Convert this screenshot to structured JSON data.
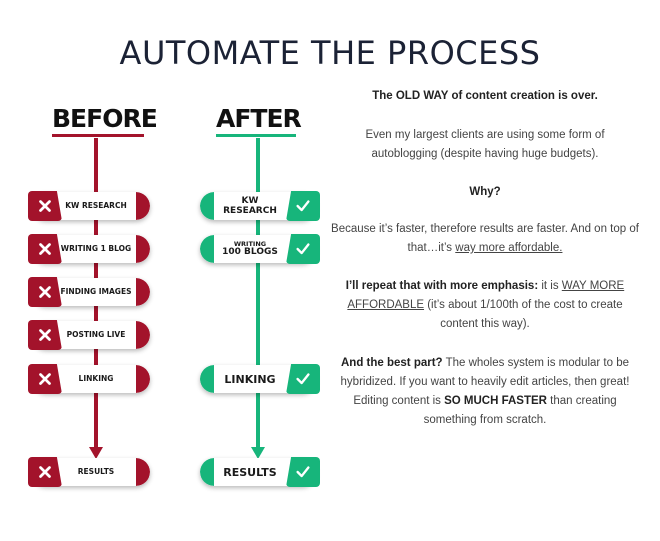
{
  "title": "AUTOMATE THE PROCESS",
  "colors": {
    "red": "#a3132b",
    "green": "#17b57b",
    "dark": "#1b2235"
  },
  "before": {
    "heading": "BEFORE",
    "steps": [
      "KW RESEARCH",
      "WRITING 1 BLOG",
      "FINDING IMAGES",
      "POSTING LIVE",
      "LINKING",
      "RESULTS"
    ],
    "icon": "x-icon"
  },
  "after": {
    "heading": "AFTER",
    "steps": [
      {
        "line1": "KW",
        "line2": "RESEARCH"
      },
      {
        "line1": "WRITING",
        "line2": "100 BLOGS"
      },
      {
        "line1": "LINKING"
      },
      {
        "line1": "RESULTS"
      }
    ],
    "icon": "check-icon"
  },
  "text": {
    "p1": "The OLD WAY of content creation is over.",
    "p2": "Even my largest clients are using some form of autoblogging (despite having huge budgets).",
    "p3": "Why?",
    "p4_a": "Because it’s faster, therefore results are faster. And on top of that…it’s ",
    "p4_b": "way more affordable.",
    "p5_a": "I’ll repeat that with more emphasis:",
    "p5_b": " it is ",
    "p5_c": "WAY MORE AFFORDABLE",
    "p5_d": " (it’s about 1/100th of the cost to create content this way).",
    "p6_a": "And the best part?",
    "p6_b": " The wholes system is modular to be hybridized. If you want to heavily edit articles, then great! Editing content is ",
    "p6_c": "SO MUCH FASTER",
    "p6_d": " than creating something from scratch."
  }
}
